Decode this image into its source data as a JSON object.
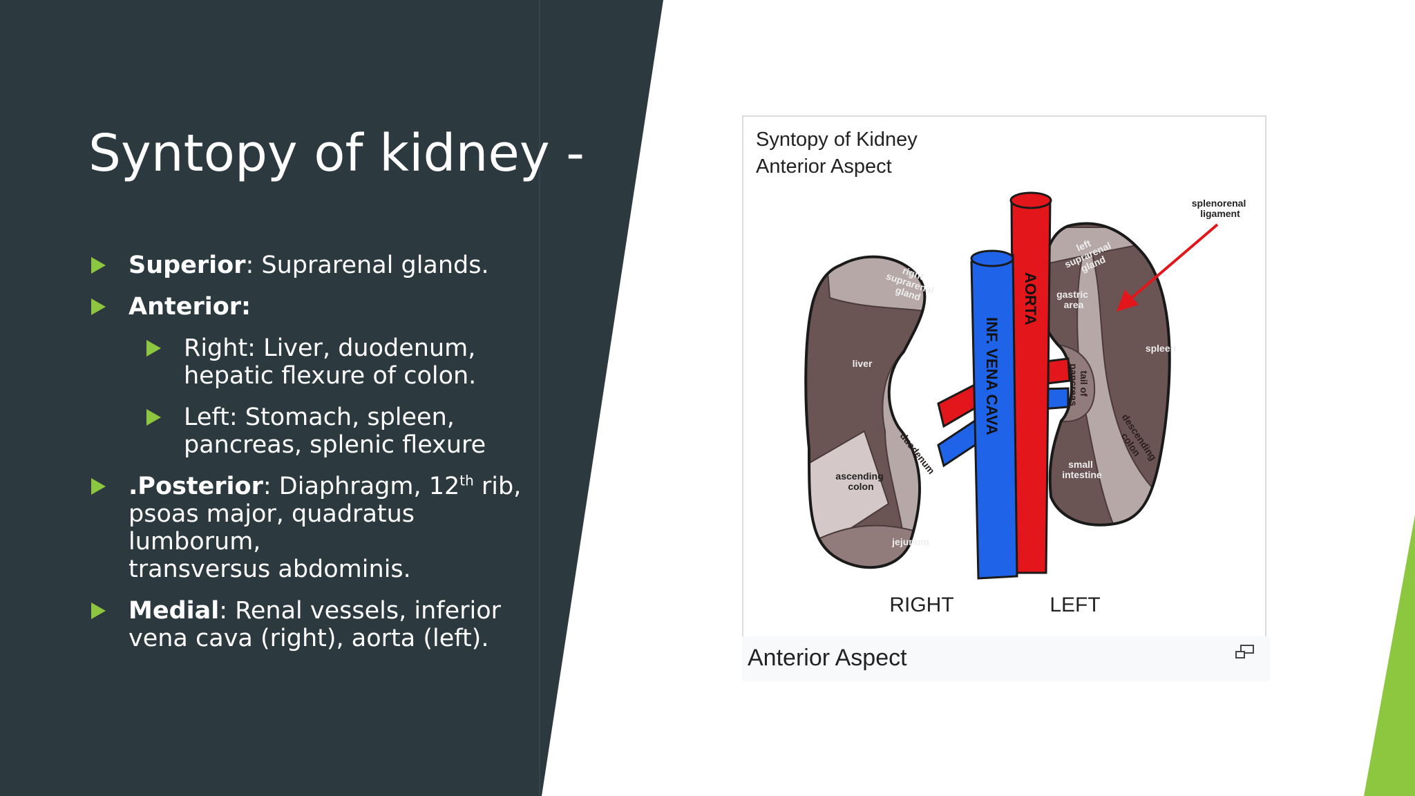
{
  "slide": {
    "title": "Syntopy of kidney -",
    "bullets": [
      {
        "bold": "Superior",
        "rest": ": Suprarenal glands."
      },
      {
        "bold": "Anterior:",
        "rest": ""
      },
      {
        "line1": "Right: Liver, duodenum,",
        "line2": "hepatic flexure of colon."
      },
      {
        "line1": "Left: Stomach, spleen,",
        "line2": "pancreas, splenic flexure"
      },
      {
        "lead": ".",
        "bold": "Posterior",
        "pre_sup": ": Diaphragm, 12",
        "sup": "th",
        "post_sup": " rib,",
        "line2": "psoas major, quadratus lumborum,",
        "line3": "transversus abdominis."
      },
      {
        "bold": "Medial",
        "rest": ": Renal vessels, inferior",
        "line2": "vena cava (right), aorta (left)."
      }
    ]
  },
  "figure": {
    "title_line1": "Syntopy of Kidney",
    "title_line2": "Anterior Aspect",
    "caption": "Anterior Aspect",
    "labels": {
      "right_suprarenal": [
        "right",
        "suprarenal",
        "gland"
      ],
      "liver": "liver",
      "duodenum": "duodenum",
      "ascending_colon": [
        "ascending",
        "colon"
      ],
      "jejunum": "jejunum",
      "vena_cava": "INF. VENA CAVA",
      "aorta": "AORTA",
      "left_suprarenal": [
        "left",
        "suprarenal",
        "gland"
      ],
      "gastric_area": [
        "gastric",
        "area"
      ],
      "tail_of_pancreas": [
        "tail of",
        "pancreas"
      ],
      "spleen": "spleen",
      "small_intestine": [
        "small",
        "intestine"
      ],
      "descending_colon": [
        "descending",
        "colon"
      ],
      "splenorenal": [
        "splenorenal",
        "ligament"
      ],
      "right": "RIGHT",
      "left": "LEFT"
    },
    "colors": {
      "kidney_dark": "#6b5454",
      "kidney_light": "#b7a8a8",
      "kidney_mid": "#917b7b",
      "aorta": "#e3161b",
      "vena_cava": "#1f63e8",
      "pointer_arrow": "#e3161b"
    }
  },
  "theme": {
    "panel": "#2c3a40",
    "accent": "#8dc63f"
  }
}
